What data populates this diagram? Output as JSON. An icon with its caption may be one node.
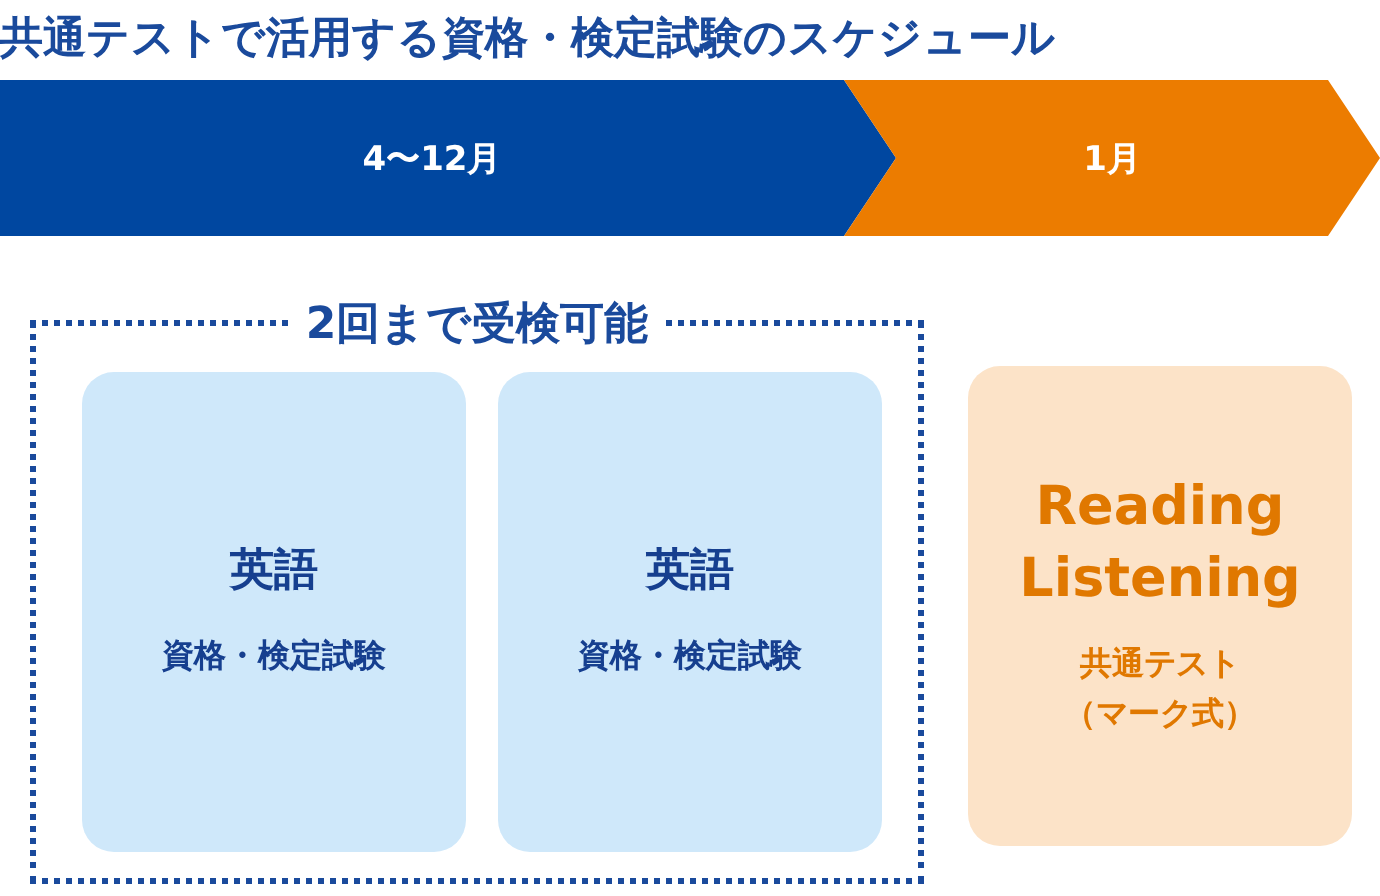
{
  "diagram": {
    "title": "共通テストで活用する資格・検定試験のスケジュール",
    "nodes": [
      {
        "text": [
          "4〜12月"
        ]
      },
      {
        "text": [
          "1月"
        ]
      },
      {
        "text": [
          "2回まで受検可能"
        ]
      },
      {
        "text": [
          "英語",
          "資格・検定試験"
        ],
        "in": 2
      },
      {
        "text": [
          "英語",
          "資格・検定試験"
        ],
        "in": 2
      },
      {
        "text": [
          "Reading Listening",
          "共通テスト",
          "（マーク式）"
        ]
      }
    ]
  }
}
